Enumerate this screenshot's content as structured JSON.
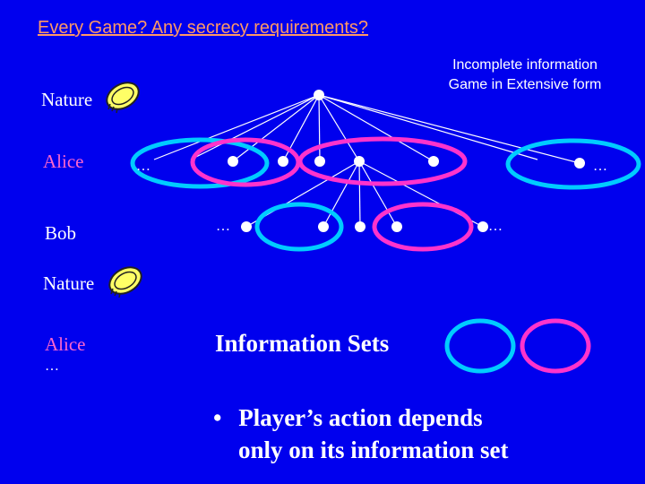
{
  "title": "Every Game? Any secrecy requirements?",
  "subtitle_line1": "Incomplete information",
  "subtitle_line2": "Game in Extensive form",
  "labels": {
    "nature_top": "Nature",
    "alice_top": "Alice",
    "bob": "Bob",
    "nature_bottom": "Nature",
    "alice_bottom": "Alice",
    "ellipsis_bottom": "…"
  },
  "tree_ellipses": {
    "alice_left": "…",
    "alice_right": "…",
    "bob_left": "…",
    "bob_right": "…"
  },
  "info_sets_title": "Information Sets",
  "bullet": {
    "marker": "•",
    "line1": "Player’s action depends",
    "line2": "only on its information set"
  },
  "colors": {
    "background": "#0000ee",
    "title": "#ff9966",
    "cyan_set": "#00ccff",
    "magenta_set": "#ff33cc",
    "alice_label": "#ff66cc",
    "node": "#ffffff",
    "coin": "#ffff66"
  },
  "icons": [
    "coin-icon"
  ]
}
